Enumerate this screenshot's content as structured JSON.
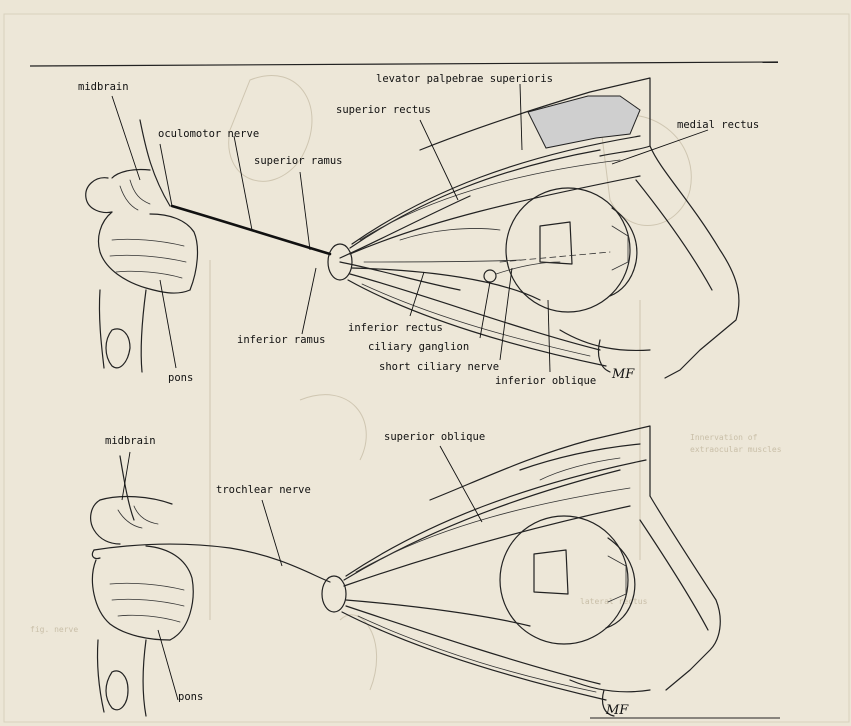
{
  "top_panel": {
    "labels": {
      "midbrain": "midbrain",
      "oculomotor_nerve": "oculomotor nerve",
      "superior_ramus": "superior ramus",
      "superior_rectus": "superior rectus",
      "levator": "levator palpebrae superioris",
      "medial_rectus": "medial rectus",
      "inferior_rectus": "inferior rectus",
      "inferior_ramus": "inferior ramus",
      "ciliary_ganglion": "ciliary ganglion",
      "short_ciliary_nerve": "short ciliary nerve",
      "inferior_oblique": "inferior oblique",
      "pons": "pons",
      "signature": "MF"
    }
  },
  "bottom_panel": {
    "labels": {
      "midbrain": "midbrain",
      "trochlear_nerve": "trochlear nerve",
      "superior_oblique": "superior oblique",
      "pons": "pons",
      "signature": "MF"
    }
  },
  "colors": {
    "paper": "#ece6d6",
    "ink": "#222222",
    "bleed_through": "#cfc6b1"
  }
}
